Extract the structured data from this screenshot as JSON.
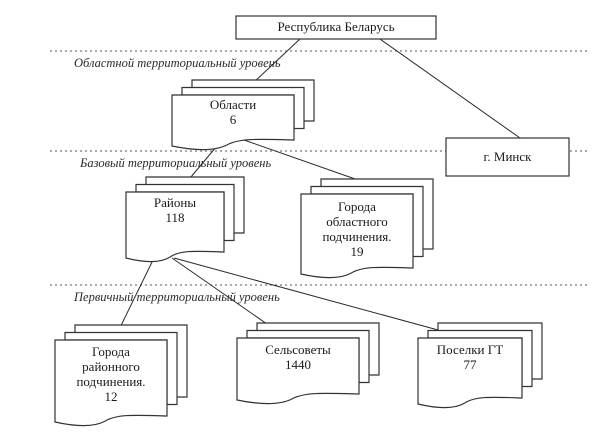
{
  "diagram": {
    "title": "Республика Беларусь",
    "levels": [
      {
        "id": "regional",
        "label": "Областной территориальный уровень"
      },
      {
        "id": "basic",
        "label": "Базовый территориальный уровень"
      },
      {
        "id": "primary",
        "label": "Первичный территориальный уровень"
      }
    ],
    "nodes": {
      "root": {
        "lines": [
          "Республика Беларусь"
        ]
      },
      "oblasti": {
        "lines": [
          "Области",
          "6"
        ]
      },
      "minsk": {
        "lines": [
          "г. Минск"
        ]
      },
      "rayony": {
        "lines": [
          "Районы",
          "118"
        ]
      },
      "goroda_obl": {
        "lines": [
          "Города",
          "областного",
          "подчинения.",
          "19"
        ]
      },
      "goroda_ray": {
        "lines": [
          "Города",
          "районного",
          "подчинения.",
          "12"
        ]
      },
      "selsovety": {
        "lines": [
          "Сельсоветы",
          "1440"
        ]
      },
      "poselki": {
        "lines": [
          "Поселки ГТ",
          "77"
        ]
      }
    },
    "edges": [
      {
        "from": "root",
        "to": "oblasti"
      },
      {
        "from": "root",
        "to": "minsk"
      },
      {
        "from": "oblasti",
        "to": "rayony"
      },
      {
        "from": "oblasti",
        "to": "goroda_obl"
      },
      {
        "from": "rayony",
        "to": "goroda_ray"
      },
      {
        "from": "rayony",
        "to": "selsovety"
      },
      {
        "from": "rayony",
        "to": "poselki"
      }
    ]
  }
}
